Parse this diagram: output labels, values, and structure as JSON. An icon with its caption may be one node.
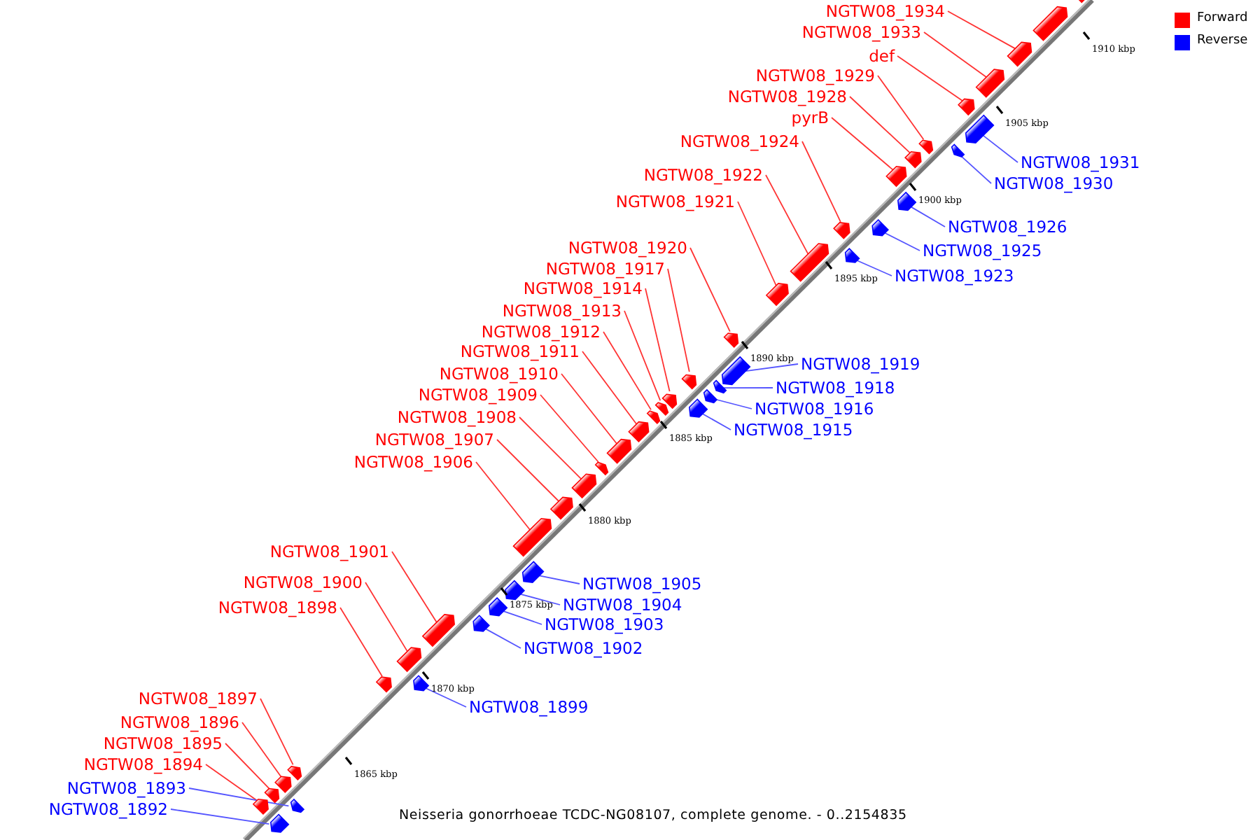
{
  "diagram": {
    "caption": "Neisseria gonorrhoeae TCDC-NG08107, complete genome. - 0..2154835",
    "nodes": [
      {
        "text": [
          "NGTW08_1934"
        ]
      },
      {
        "text": [
          "NGTW08_1933"
        ]
      },
      {
        "text": [
          "def"
        ]
      },
      {
        "text": [
          "NGTW08_1929"
        ]
      },
      {
        "text": [
          "NGTW08_1928"
        ]
      },
      {
        "text": [
          "pyrB"
        ]
      },
      {
        "text": [
          "NGTW08_1924"
        ]
      },
      {
        "text": [
          "NGTW08_1931"
        ]
      },
      {
        "text": [
          "NGTW08_1922"
        ]
      },
      {
        "text": [
          "NGTW08_1930"
        ]
      },
      {
        "text": [
          "NGTW08_1921"
        ]
      },
      {
        "text": [
          "NGTW08_1926"
        ]
      },
      {
        "text": [
          "NGTW08_1920"
        ]
      },
      {
        "text": [
          "NGTW08_1925"
        ]
      },
      {
        "text": [
          "NGTW08_1917"
        ]
      },
      {
        "text": [
          "NGTW08_1923"
        ]
      },
      {
        "text": [
          "NGTW08_1914"
        ]
      },
      {
        "text": [
          "NGTW08_1913"
        ]
      },
      {
        "text": [
          "NGTW08_1912"
        ]
      },
      {
        "text": [
          "NGTW08_1911"
        ]
      },
      {
        "text": [
          "NGTW08_1919"
        ]
      },
      {
        "text": [
          "NGTW08_1910"
        ]
      },
      {
        "text": [
          "NGTW08_1918"
        ]
      },
      {
        "text": [
          "NGTW08_1909"
        ]
      },
      {
        "text": [
          "NGTW08_1916"
        ]
      },
      {
        "text": [
          "NGTW08_1908"
        ]
      },
      {
        "text": [
          "NGTW08_1915"
        ]
      },
      {
        "text": [
          "NGTW08_1907"
        ]
      },
      {
        "text": [
          "NGTW08_1906"
        ]
      },
      {
        "text": [
          "NGTW08_1901"
        ]
      },
      {
        "text": [
          "NGTW08_1900"
        ]
      },
      {
        "text": [
          "NGTW08_1905"
        ]
      },
      {
        "text": [
          "NGTW08_1904"
        ]
      },
      {
        "text": [
          "NGTW08_1898"
        ]
      },
      {
        "text": [
          "NGTW08_1903"
        ]
      },
      {
        "text": [
          "NGTW08_1902"
        ]
      },
      {
        "text": [
          "NGTW08_1897"
        ]
      },
      {
        "text": [
          "NGTW08_1899"
        ]
      },
      {
        "text": [
          "NGTW08_1896"
        ]
      },
      {
        "text": [
          "NGTW08_1895"
        ]
      },
      {
        "text": [
          "NGTW08_1894"
        ]
      },
      {
        "text": [
          "NGTW08_1893"
        ]
      },
      {
        "text": [
          "NGTW08_1892"
        ]
      },
      {
        "text": [],
        "shape": "arrow"
      },
      {
        "text": [],
        "shape": "arrow"
      },
      {
        "text": [],
        "shape": "arrow"
      },
      {
        "text": [],
        "shape": "arrow"
      },
      {
        "text": [],
        "shape": "arrow"
      },
      {
        "text": [],
        "shape": "arrow"
      },
      {
        "text": [],
        "shape": "arrow"
      },
      {
        "text": [],
        "shape": "arrow"
      },
      {
        "text": [],
        "shape": "arrow"
      },
      {
        "text": [],
        "shape": "arrow"
      },
      {
        "text": [],
        "shape": "arrow"
      },
      {
        "text": [],
        "shape": "arrow"
      },
      {
        "text": [],
        "shape": "arrow"
      },
      {
        "text": [],
        "shape": "arrow"
      },
      {
        "text": [],
        "shape": "arrow"
      },
      {
        "text": [],
        "shape": "arrow"
      },
      {
        "text": [],
        "shape": "arrow"
      },
      {
        "text": [],
        "shape": "arrow"
      },
      {
        "text": [],
        "shape": "arrow"
      },
      {
        "text": [],
        "shape": "arrow"
      },
      {
        "text": [],
        "shape": "arrow"
      },
      {
        "text": [],
        "shape": "arrow"
      },
      {
        "text": [],
        "shape": "arrow"
      },
      {
        "text": [],
        "shape": "arrow"
      },
      {
        "text": [],
        "shape": "arrow"
      },
      {
        "text": [],
        "shape": "arrow"
      },
      {
        "text": [],
        "shape": "arrow"
      },
      {
        "text": [],
        "shape": "arrow"
      },
      {
        "text": [],
        "shape": "arrow"
      },
      {
        "text": [],
        "shape": "arrow"
      },
      {
        "text": [],
        "shape": "arrow"
      },
      {
        "text": [],
        "shape": "arrow"
      },
      {
        "text": [],
        "shape": "arrow"
      },
      {
        "text": [],
        "shape": "arrow"
      },
      {
        "text": [],
        "shape": "arrow"
      },
      {
        "text": [],
        "shape": "arrow"
      },
      {
        "text": [],
        "shape": "arrow"
      },
      {
        "text": [],
        "shape": "arrow"
      },
      {
        "text": [],
        "shape": "arrow"
      },
      {
        "text": [],
        "shape": "arrow"
      },
      {
        "text": [],
        "shape": "arrow"
      },
      {
        "text": [],
        "shape": "arrow"
      },
      {
        "text": [],
        "shape": "arrow"
      },
      {
        "text": [],
        "shape": "arrow"
      },
      {
        "text": [],
        "shape": "arrow"
      }
    ],
    "edges": [
      {
        "from": 0,
        "to": 85,
        "arrow": "none"
      },
      {
        "from": 1,
        "to": 84,
        "arrow": "none"
      },
      {
        "from": 2,
        "to": 83,
        "arrow": "none"
      },
      {
        "from": 3,
        "to": 80,
        "arrow": "none"
      },
      {
        "from": 4,
        "to": 79,
        "arrow": "none"
      },
      {
        "from": 5,
        "to": 78,
        "arrow": "none"
      },
      {
        "from": 6,
        "to": 75,
        "arrow": "none"
      },
      {
        "from": 7,
        "to": 82,
        "arrow": "none",
        "color": "#5555ff"
      },
      {
        "from": 8,
        "to": 73,
        "arrow": "none"
      },
      {
        "from": 9,
        "to": 81,
        "arrow": "none",
        "color": "#5555ff"
      },
      {
        "from": 10,
        "to": 72,
        "arrow": "none"
      },
      {
        "from": 11,
        "to": 77,
        "arrow": "none",
        "color": "#5555ff"
      },
      {
        "from": 12,
        "to": 71,
        "arrow": "none"
      },
      {
        "from": 13,
        "to": 76,
        "arrow": "none",
        "color": "#5555ff"
      },
      {
        "from": 14,
        "to": 68,
        "arrow": "none"
      },
      {
        "from": 15,
        "to": 74,
        "arrow": "none",
        "color": "#5555ff"
      },
      {
        "from": 16,
        "to": 65,
        "arrow": "none"
      },
      {
        "from": 17,
        "to": 64,
        "arrow": "none"
      },
      {
        "from": 18,
        "to": 63,
        "arrow": "none"
      },
      {
        "from": 19,
        "to": 62,
        "arrow": "none"
      },
      {
        "from": 20,
        "to": 70,
        "arrow": "none",
        "color": "#5555ff"
      },
      {
        "from": 21,
        "to": 61,
        "arrow": "none"
      },
      {
        "from": 22,
        "to": 69,
        "arrow": "none",
        "color": "#5555ff"
      },
      {
        "from": 23,
        "to": 60,
        "arrow": "none"
      },
      {
        "from": 24,
        "to": 67,
        "arrow": "none",
        "color": "#5555ff"
      },
      {
        "from": 25,
        "to": 59,
        "arrow": "none"
      },
      {
        "from": 26,
        "to": 66,
        "arrow": "none",
        "color": "#5555ff"
      },
      {
        "from": 27,
        "to": 58,
        "arrow": "none"
      },
      {
        "from": 28,
        "to": 57,
        "arrow": "none"
      },
      {
        "from": 29,
        "to": 52,
        "arrow": "none"
      },
      {
        "from": 30,
        "to": 51,
        "arrow": "none"
      },
      {
        "from": 31,
        "to": 56,
        "arrow": "none",
        "color": "#5555ff"
      },
      {
        "from": 32,
        "to": 55,
        "arrow": "none",
        "color": "#5555ff"
      },
      {
        "from": 33,
        "to": 49,
        "arrow": "none"
      },
      {
        "from": 34,
        "to": 54,
        "arrow": "none",
        "color": "#5555ff"
      },
      {
        "from": 35,
        "to": 53,
        "arrow": "none",
        "color": "#5555ff"
      },
      {
        "from": 36,
        "to": 48,
        "arrow": "none"
      },
      {
        "from": 37,
        "to": 50,
        "arrow": "none",
        "color": "#5555ff"
      },
      {
        "from": 38,
        "to": 47,
        "arrow": "none"
      },
      {
        "from": 39,
        "to": 46,
        "arrow": "none"
      },
      {
        "from": 40,
        "to": 45,
        "arrow": "none"
      },
      {
        "from": 41,
        "to": 43,
        "arrow": "none",
        "color": "#5555ff"
      },
      {
        "from": 42,
        "to": 44,
        "arrow": "none",
        "color": "#5555ff"
      }
    ],
    "labels": [
      "1910 kbp",
      "1905 kbp",
      "1900 kbp",
      "1895 kbp",
      "1890 kbp",
      "1885 kbp",
      "1880 kbp",
      "1875 kbp",
      "1870 kbp",
      "1865 kbp"
    ],
    "legend": [
      {
        "text": "Forward",
        "color": "#ff0000"
      },
      {
        "text": "Reverse",
        "color": "#0000ff"
      }
    ]
  }
}
